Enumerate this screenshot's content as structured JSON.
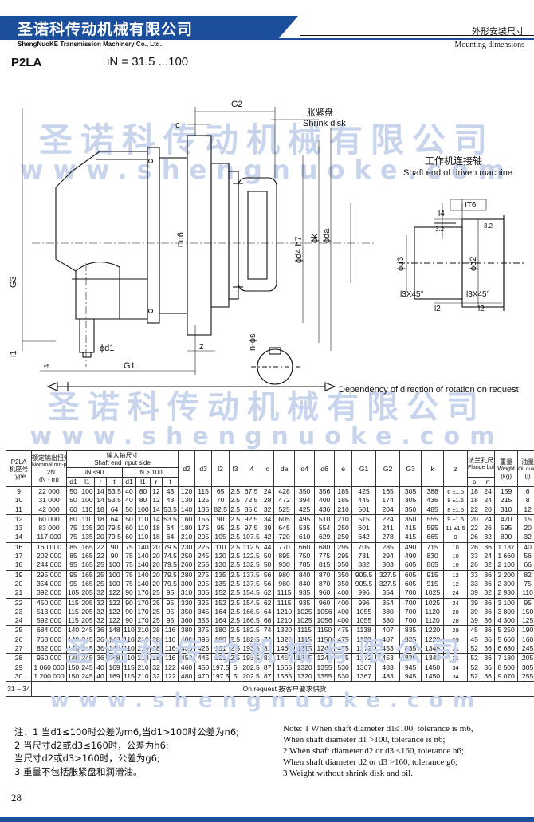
{
  "header": {
    "company_cn": "圣诺科传动机械有限公司",
    "company_en": "ShengNuoKE Transmission Machinery Co., Ltd.",
    "section_cn": "外形安装尺寸",
    "section_en": "Mounting dimensions"
  },
  "model": "P2LA",
  "ratio": "iN = 31.5 ...100",
  "watermark": {
    "cn": "圣诺科传动机械有限公司",
    "en": "www.shengnuoke.com"
  },
  "drawing": {
    "shrink_cn": "胀紧盘",
    "shrink_en": "Shrink disk",
    "shaft_cn": "工作机连接轴",
    "shaft_en": "Shaft end of driven machine",
    "rotation_note": "Dependency of direction of rotation on request",
    "labels": {
      "G2": "G2",
      "c": "c",
      "G3": "G3",
      "L1": "l1",
      "d1": "ϕd1",
      "e": "e",
      "G1": "G1",
      "z": "z",
      "s": "n-ϕs",
      "d6": "□d6",
      "d4": "ϕd4 h7",
      "k": "ϕk",
      "da": "ϕda",
      "l4": "l4",
      "IT6": "IT6",
      "d3": "ϕd3",
      "d2": "ϕd2",
      "l2": "l2",
      "c45a": "l3X45°",
      "c45b": "l3X45°",
      "r32a": "3.2",
      "r32b": "3.2"
    }
  },
  "table": {
    "h_model": "P2LA",
    "h_type_cn": "机座号",
    "h_type_en": "Type",
    "h_torque_cn": "额定输出扭矩",
    "h_torque_en": "Nominal out-put tosque",
    "h_torque_sym": "T2N",
    "h_torque_unit": "(N · m)",
    "h_input_cn": "输入轴尺寸",
    "h_input_en": "Shaft end input side",
    "h_in_low": "iN ≤90",
    "h_in_high": "iN > 100",
    "h_sub": [
      "d1",
      "l1",
      "r",
      "t",
      "d1",
      "l1",
      "r",
      "t"
    ],
    "h_cols": [
      "d2",
      "d3",
      "l2",
      "l3",
      "l4",
      "c",
      "da",
      "d4",
      "d6",
      "e",
      "G1",
      "G2",
      "G3",
      "k",
      "z"
    ],
    "h_flange_cn": "法兰孔尺寸",
    "h_flange_en": "Flange bolts",
    "h_s": "s",
    "h_n": "n",
    "h_weight_cn": "重量",
    "h_weight_en": "Weight",
    "h_weight_unit": "(kg)",
    "h_oil_cn": "油量",
    "h_oil_en": "Oil quantity",
    "h_oil_unit": "(l)",
    "groups": [
      {
        "types": [
          "9",
          "10",
          "11"
        ],
        "torque": [
          "22 000",
          "31 000",
          "42 000"
        ],
        "d1a": [
          "50",
          "50",
          "60"
        ],
        "l1a": [
          "100",
          "100",
          "110"
        ],
        "ra": [
          "14",
          "14",
          "18"
        ],
        "ta": [
          "53.5",
          "53.5",
          "64"
        ],
        "d1b": [
          "40",
          "40",
          "50"
        ],
        "l1b": [
          "80",
          "80",
          "100"
        ],
        "rb": [
          "12",
          "12",
          "14"
        ],
        "tb": [
          "43",
          "43",
          "53.5"
        ],
        "d2": [
          "120",
          "130",
          "140"
        ],
        "d3": [
          "115",
          "125",
          "135"
        ],
        "l2": [
          "65",
          "70",
          "82.5"
        ],
        "l3": [
          "2.5",
          "2.5",
          "2.5"
        ],
        "l4": [
          "67.5",
          "72.5",
          "85.0"
        ],
        "c": [
          "24",
          "28",
          "32"
        ],
        "da": [
          "428",
          "472",
          "525"
        ],
        "d4": [
          "350",
          "394",
          "425"
        ],
        "d6": [
          "356",
          "400",
          "436"
        ],
        "e": [
          "185",
          "185",
          "210"
        ],
        "G1": [
          "425",
          "445",
          "501"
        ],
        "G2": [
          "165",
          "174",
          "204"
        ],
        "G3": [
          "305",
          "305",
          "350"
        ],
        "k": [
          "388",
          "436",
          "485"
        ],
        "z": [
          "6 ±1.5",
          "8 ±1.5",
          "8 ±1.5"
        ],
        "s": [
          "18",
          "18",
          "22"
        ],
        "n": [
          "24",
          "24",
          "20"
        ],
        "weight": [
          "159",
          "215",
          "310"
        ],
        "oil": [
          "6",
          "8",
          "12"
        ]
      },
      {
        "types": [
          "12",
          "13",
          "14"
        ],
        "torque": [
          "60 000",
          "83 000",
          "117 000"
        ],
        "d1a": [
          "60",
          "75",
          "75"
        ],
        "l1a": [
          "110",
          "135",
          "135"
        ],
        "ra": [
          "18",
          "20",
          "20"
        ],
        "ta": [
          "64",
          "79.5",
          "79.5"
        ],
        "d1b": [
          "50",
          "60",
          "60"
        ],
        "l1b": [
          "110",
          "110",
          "110"
        ],
        "rb": [
          "14",
          "18",
          "18"
        ],
        "tb": [
          "53.5",
          "64",
          "64"
        ],
        "d2": [
          "160",
          "180",
          "210"
        ],
        "d3": [
          "155",
          "175",
          "205"
        ],
        "l2": [
          "90",
          "95",
          "105"
        ],
        "l3": [
          "2.5",
          "2.5",
          "2.5"
        ],
        "l4": [
          "92.5",
          "97.5",
          "107.5"
        ],
        "c": [
          "34",
          "39",
          "42"
        ],
        "da": [
          "605",
          "645",
          "720"
        ],
        "d4": [
          "495",
          "535",
          "610"
        ],
        "d6": [
          "510",
          "554",
          "629"
        ],
        "e": [
          "210",
          "250",
          "250"
        ],
        "G1": [
          "515",
          "601",
          "642"
        ],
        "G2": [
          "224",
          "241",
          "278"
        ],
        "G3": [
          "350",
          "415",
          "415"
        ],
        "k": [
          "555",
          "595",
          "665"
        ],
        "z": [
          "9 ±1.5",
          "11 ±1.5",
          "9"
        ],
        "s": [
          "20",
          "22",
          "26"
        ],
        "n": [
          "24",
          "26",
          "32"
        ],
        "weight": [
          "470",
          "595",
          "890"
        ],
        "oil": [
          "15",
          "20",
          "32"
        ]
      },
      {
        "types": [
          "16",
          "17",
          "18"
        ],
        "torque": [
          "160 000",
          "202 000",
          "244 000"
        ],
        "d1a": [
          "85",
          "85",
          "95"
        ],
        "l1a": [
          "165",
          "165",
          "165"
        ],
        "ra": [
          "22",
          "22",
          "25"
        ],
        "ta": [
          "90",
          "90",
          "100"
        ],
        "d1b": [
          "75",
          "75",
          "75"
        ],
        "l1b": [
          "140",
          "140",
          "140"
        ],
        "rb": [
          "20",
          "20",
          "20"
        ],
        "tb": [
          "79.5",
          "74.5",
          "79.5"
        ],
        "d2": [
          "230",
          "250",
          "260"
        ],
        "d3": [
          "225",
          "245",
          "255"
        ],
        "l2": [
          "110",
          "120",
          "130"
        ],
        "l3": [
          "2.5",
          "2.5",
          "2.5"
        ],
        "l4": [
          "112.5",
          "122.5",
          "132.5"
        ],
        "c": [
          "44",
          "50",
          "50"
        ],
        "da": [
          "770",
          "895",
          "930"
        ],
        "d4": [
          "660",
          "750",
          "785"
        ],
        "d6": [
          "680",
          "775",
          "815"
        ],
        "e": [
          "295",
          "295",
          "350"
        ],
        "G1": [
          "705",
          "731",
          "882"
        ],
        "G2": [
          "285",
          "294",
          "303"
        ],
        "G3": [
          "490",
          "490",
          "605"
        ],
        "k": [
          "715",
          "830",
          "865"
        ],
        "z": [
          "10",
          "10",
          "10"
        ],
        "s": [
          "26",
          "33",
          "26"
        ],
        "n": [
          "36",
          "24",
          "32"
        ],
        "weight": [
          "1 137",
          "1 660",
          "2 100"
        ],
        "oil": [
          "40",
          "56",
          "66"
        ]
      },
      {
        "types": [
          "19",
          "20",
          "21"
        ],
        "torque": [
          "295 000",
          "354 000",
          "392 000"
        ],
        "d1a": [
          "95",
          "95",
          "105"
        ],
        "l1a": [
          "165",
          "165",
          "205"
        ],
        "ra": [
          "25",
          "25",
          "32"
        ],
        "ta": [
          "100",
          "100",
          "122"
        ],
        "d1b": [
          "75",
          "75",
          "90"
        ],
        "l1b": [
          "140",
          "140",
          "170"
        ],
        "rb": [
          "20",
          "20",
          "25"
        ],
        "tb": [
          "79.5",
          "79.5",
          "95"
        ],
        "d2": [
          "280",
          "300",
          "310"
        ],
        "d3": [
          "275",
          "295",
          "305"
        ],
        "l2": [
          "135",
          "135",
          "152"
        ],
        "l3": [
          "2.5",
          "2.5",
          "2.5"
        ],
        "l4": [
          "137.5",
          "137.5",
          "154.5"
        ],
        "c": [
          "56",
          "56",
          "62"
        ],
        "da": [
          "980",
          "980",
          "1115"
        ],
        "d4": [
          "840",
          "840",
          "935"
        ],
        "d6": [
          "870",
          "870",
          "960"
        ],
        "e": [
          "350",
          "350",
          "400"
        ],
        "G1": [
          "905.5",
          "905.5",
          "996"
        ],
        "G2": [
          "327.5",
          "327.5",
          "354"
        ],
        "G3": [
          "605",
          "605",
          "700"
        ],
        "k": [
          "915",
          "915",
          "1025"
        ],
        "z": [
          "12",
          "12",
          "24"
        ],
        "s": [
          "33",
          "33",
          "39"
        ],
        "n": [
          "36",
          "36",
          "32"
        ],
        "weight": [
          "2 200",
          "2 300",
          "2 930"
        ],
        "oil": [
          "82",
          "75",
          "110"
        ]
      },
      {
        "types": [
          "22",
          "23",
          "24"
        ],
        "torque": [
          "450 000",
          "513 000",
          "592 000"
        ],
        "d1a": [
          "115",
          "115",
          "115"
        ],
        "l1a": [
          "205",
          "205",
          "205"
        ],
        "ra": [
          "32",
          "32",
          "32"
        ],
        "ta": [
          "122",
          "122",
          "122"
        ],
        "d1b": [
          "90",
          "90",
          "90"
        ],
        "l1b": [
          "170",
          "170",
          "170"
        ],
        "rb": [
          "25",
          "25",
          "25"
        ],
        "tb": [
          "95",
          "95",
          "95"
        ],
        "d2": [
          "330",
          "350",
          "360"
        ],
        "d3": [
          "325",
          "345",
          "355"
        ],
        "l2": [
          "152",
          "164",
          "164"
        ],
        "l3": [
          "2.5",
          "2.5",
          "2.5"
        ],
        "l4": [
          "154.5",
          "166.5",
          "166.5"
        ],
        "c": [
          "62",
          "64",
          "68"
        ],
        "da": [
          "1115",
          "1210",
          "1210"
        ],
        "d4": [
          "935",
          "1025",
          "1025"
        ],
        "d6": [
          "960",
          "1056",
          "1056"
        ],
        "e": [
          "400",
          "400",
          "400"
        ],
        "G1": [
          "996",
          "1055",
          "1055"
        ],
        "G2": [
          "354",
          "380",
          "380"
        ],
        "G3": [
          "700",
          "700",
          "700"
        ],
        "k": [
          "1025",
          "1120",
          "1120"
        ],
        "z": [
          "24",
          "28",
          "28"
        ],
        "s": [
          "39",
          "39",
          "39"
        ],
        "n": [
          "36",
          "36",
          "36"
        ],
        "weight": [
          "3 100",
          "3 800",
          "4 300"
        ],
        "oil": [
          "95",
          "150",
          "125"
        ]
      },
      {
        "types": [
          "25",
          "26",
          "27"
        ],
        "torque": [
          "684 000",
          "763 000",
          "852 000"
        ],
        "d1a": [
          "140",
          "140",
          "140"
        ],
        "l1a": [
          "245",
          "245",
          "245"
        ],
        "ra": [
          "36",
          "36",
          "36"
        ],
        "ta": [
          "148",
          "148",
          "148"
        ],
        "d1b": [
          "110",
          "110",
          "110"
        ],
        "l1b": [
          "210",
          "210",
          "210"
        ],
        "rb": [
          "28",
          "28",
          "28"
        ],
        "tb": [
          "116",
          "116",
          "116"
        ],
        "d2": [
          "380",
          "400",
          "430"
        ],
        "d3": [
          "375",
          "395",
          "425"
        ],
        "l2": [
          "180",
          "180",
          "191"
        ],
        "l3": [
          "2.5",
          "2.5",
          "2.5"
        ],
        "l4": [
          "182.5",
          "182.5",
          "193.5"
        ],
        "c": [
          "74",
          "74",
          "81"
        ],
        "da": [
          "1320",
          "1320",
          "1460"
        ],
        "d4": [
          "1115",
          "1115",
          "1215"
        ],
        "d6": [
          "1150",
          "1150",
          "1248"
        ],
        "e": [
          "475",
          "475",
          "475"
        ],
        "G1": [
          "1138",
          "1138",
          "1272"
        ],
        "G2": [
          "407",
          "407",
          "453"
        ],
        "G3": [
          "835",
          "835",
          "835"
        ],
        "k": [
          "1220",
          "1220",
          "1345"
        ],
        "z": [
          "29",
          "29",
          "31"
        ],
        "s": [
          "45",
          "45",
          "52"
        ],
        "n": [
          "36",
          "36",
          "36"
        ],
        "weight": [
          "5 250",
          "5 660",
          "6 680"
        ],
        "oil": [
          "190",
          "160",
          "245"
        ]
      },
      {
        "types": [
          "28",
          "29",
          "30"
        ],
        "torque": [
          "950 000",
          "1 060 000",
          "1 200 000"
        ],
        "d1a": [
          "140",
          "150",
          "150"
        ],
        "l1a": [
          "245",
          "245",
          "245"
        ],
        "ra": [
          "36",
          "40",
          "40"
        ],
        "ta": [
          "148",
          "169",
          "169"
        ],
        "d1b": [
          "110",
          "115",
          "115"
        ],
        "l1b": [
          "210",
          "210",
          "210"
        ],
        "rb": [
          "28",
          "32",
          "32"
        ],
        "tb": [
          "116",
          "122",
          "122"
        ],
        "d2": [
          "450",
          "460",
          "480"
        ],
        "d3": [
          "445",
          "450",
          "470"
        ],
        "l2": [
          "191",
          "197.5",
          "197.5"
        ],
        "l3": [
          "2.5",
          "5",
          "5"
        ],
        "l4": [
          "193.5",
          "202.5",
          "202.5"
        ],
        "c": [
          "81",
          "87",
          "87"
        ],
        "da": [
          "1460",
          "1565",
          "1565"
        ],
        "d4": [
          "1215",
          "1320",
          "1320"
        ],
        "d6": [
          "1248",
          "1355",
          "1355"
        ],
        "e": [
          "475",
          "530",
          "530"
        ],
        "G1": [
          "1272",
          "1367",
          "1367"
        ],
        "G2": [
          "453",
          "483",
          "483"
        ],
        "G3": [
          "835",
          "945",
          "945"
        ],
        "k": [
          "1345",
          "1450",
          "1450"
        ],
        "z": [
          "31",
          "34",
          "34"
        ],
        "s": [
          "52",
          "52",
          "52"
        ],
        "n": [
          "36",
          "36",
          "36"
        ],
        "weight": [
          "7 180",
          "8 500",
          "9 070"
        ],
        "oil": [
          "205",
          "305",
          "255"
        ]
      }
    ],
    "req_type": "31 – 34",
    "req_text": "On request 按客户要求供货"
  },
  "notes_cn": [
    "注：1    当d1≤100时公差为m6,当d1>100时公差为n6;",
    "    2    当尺寸d2或d3≤160时，公差为h6;",
    "          当尺寸d2或d3>160时，公差为g6;",
    "    3    重量不包括胀紧盘和润滑油。"
  ],
  "notes_en": [
    "Note: 1 When shaft diameter d1≤100, tolerance is m6,",
    "           When shaft diameter d1 >100, tolerance is n6;",
    "         2 When shaft diameter d2 or d3 ≤160, tolerance h6;",
    "           When shaft diameter d2 or d3 >160, tolerance g6;",
    "         3 Weight without shrink disk and oil."
  ],
  "page_number": "28"
}
